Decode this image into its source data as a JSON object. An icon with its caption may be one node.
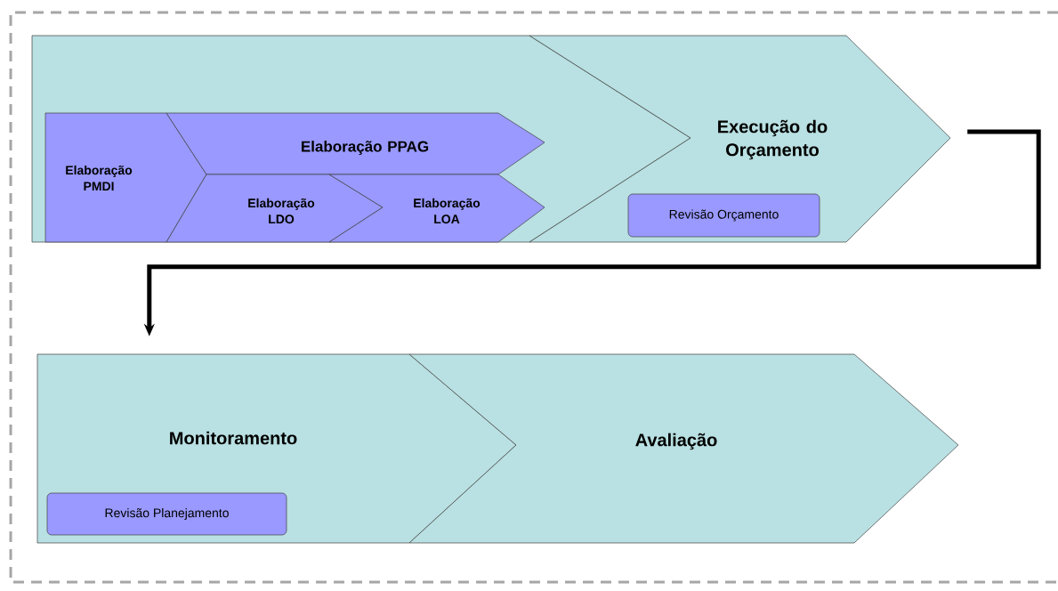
{
  "diagram": {
    "nodes": [
      {
        "text": [],
        "shape": "chevron"
      },
      {
        "text": [
          "Elaboração PMDI"
        ],
        "in": 0
      },
      {
        "text": [
          "Elaboração PPAG"
        ],
        "in": 0
      },
      {
        "text": [
          "Elaboração LDO"
        ],
        "in": 0
      },
      {
        "text": [
          "Elaboração LOA"
        ],
        "in": 0
      },
      {
        "text": [
          "Execução do Orçamento"
        ]
      },
      {
        "text": [
          "Revisão Orçamento"
        ],
        "in": 5
      },
      {
        "text": [
          "Monitoramento"
        ]
      },
      {
        "text": [
          "Revisão Planejamento"
        ],
        "in": 7
      },
      {
        "text": [
          "Avaliação"
        ]
      }
    ],
    "edges": [
      {
        "from": 5,
        "to": 7,
        "arrow": "to"
      }
    ]
  }
}
